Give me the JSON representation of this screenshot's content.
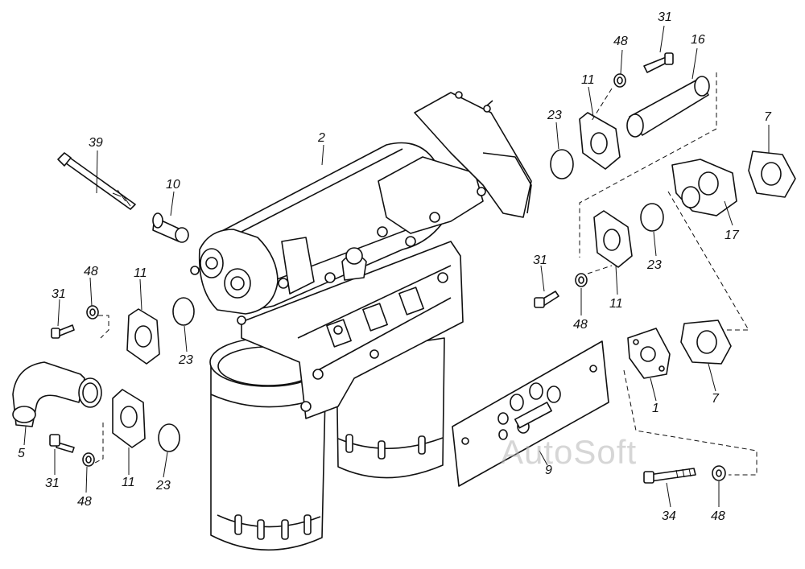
{
  "watermark": "AutoSoft",
  "colors": {
    "line": "#111111",
    "background": "#ffffff",
    "watermark": "#b4b4b4"
  },
  "callouts": [
    "31",
    "48",
    "16",
    "11",
    "23",
    "7",
    "2",
    "39",
    "10",
    "17",
    "23",
    "31",
    "11",
    "48",
    "31",
    "48",
    "11",
    "23",
    "1",
    "7",
    "5",
    "31",
    "48",
    "11",
    "23",
    "9",
    "34",
    "48"
  ]
}
